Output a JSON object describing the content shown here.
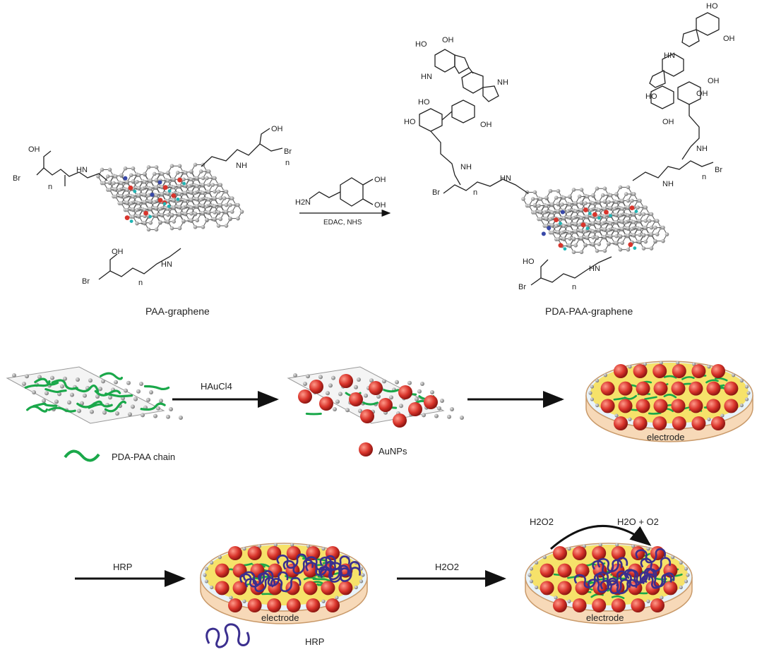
{
  "structures": {
    "reactant_label": "PAA-graphene",
    "product_label": "PDA-PAA-graphene",
    "reagent_amine": "H2N",
    "reagent_oh_top": "OH",
    "reagent_oh_bottom": "OH",
    "conditions": "EDAC, NHS"
  },
  "groups": {
    "cooh": "OH",
    "oh": "OH",
    "ho": "HO",
    "nh": "NH",
    "hn": "HN",
    "br": "Br",
    "n": "n"
  },
  "row2": {
    "step1_reagent": "HAuCl4",
    "legend_chain": "PDA-PAA chain",
    "legend_np": "AuNPs",
    "electrode_label": "electrode"
  },
  "row3": {
    "step_hrp": "HRP",
    "step_h2o2": "H2O2",
    "electrode_label_1": "electrode",
    "electrode_label_2": "electrode",
    "reaction_left": "H2O2",
    "reaction_right": "H2O + O2",
    "legend_hrp": "HRP"
  },
  "colors": {
    "pda_chain": "#1aa84a",
    "hrp_coil": "#3b2f8f",
    "aunp": "#d9342b",
    "graphene_node": "#9a9a9a",
    "electrode_fill": "#f6e26a",
    "electrode_base": "#f7d9b8",
    "arrow": "#111111"
  }
}
